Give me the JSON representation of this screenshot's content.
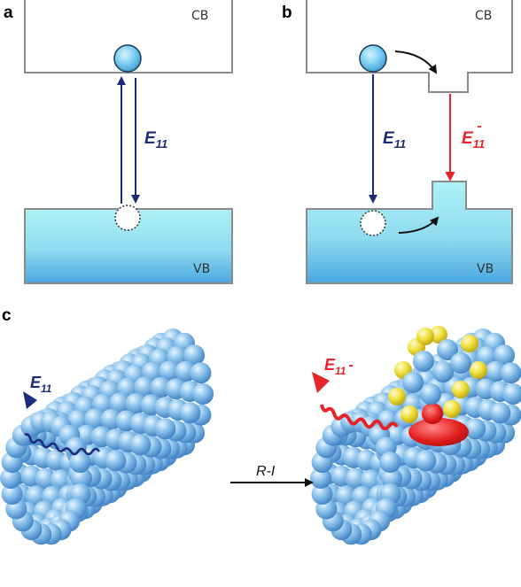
{
  "panels": {
    "a": "a",
    "b": "b",
    "c": "c"
  },
  "bands": {
    "cb": "CB",
    "vb": "VB"
  },
  "transitions": {
    "e11_main": "E",
    "e11_sub": "11",
    "e11m_main": "E",
    "e11m_sub": "11",
    "e11m_sup": "-",
    "e11m_panel_c_sup": "-"
  },
  "reaction": {
    "label": "R-I"
  },
  "colors": {
    "bandline": "#8a8a8a",
    "valence_top": "#a9f0f4",
    "valence_bottom": "#5bb8e6",
    "electron": "#6ac6ee",
    "e11_arrow": "#1c2a7a",
    "e11m_arrow": "#e8242b",
    "nanotube": "#7eb6e4",
    "attached_atoms": "#e8d83a"
  },
  "icons": {
    "electron": "sphere-electron-icon",
    "hole": "dotted-circle-hole-icon",
    "photon": "wavy-photon-arrow-icon"
  }
}
